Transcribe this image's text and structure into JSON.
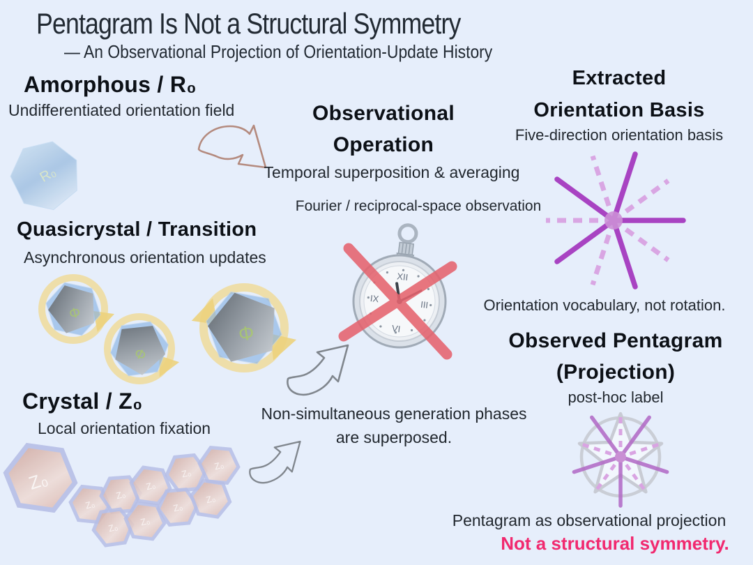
{
  "header": {
    "title": "Pentagram Is Not a Structural Symmetry",
    "subtitle": "— An Observational Projection of Orientation-Update History"
  },
  "amorphous": {
    "heading": "Amorphous / R₀",
    "subheading": "Undifferentiated orientation field",
    "shape_label": "R₀"
  },
  "observation": {
    "heading_line1": "Observational",
    "heading_line2": "Operation",
    "note1": "Temporal superposition & averaging",
    "note2": "Fourier / reciprocal-space observation"
  },
  "basis": {
    "heading_line1": "Extracted",
    "heading_line2": "Orientation Basis",
    "subheading": "Five-direction orientation basis",
    "caption": "Orientation vocabulary, not rotation."
  },
  "quasicrystal": {
    "heading": "Quasicrystal / Transition",
    "subheading": "Asynchronous orientation updates",
    "shape_label": "Φ"
  },
  "superposition_note": {
    "line1": "Non-simultaneous generation phases",
    "line2": "are superposed."
  },
  "observed_pentagram": {
    "heading_line1": "Observed Pentagram",
    "heading_line2": "(Projection)",
    "subheading": "post-hoc label",
    "caption1": "Pentagram as observational projection",
    "caption2": "Not a structural symmetry."
  },
  "crystal": {
    "heading": "Crystal / Z₀",
    "subheading": "Local orientation fixation",
    "shape_label": "Z₀"
  },
  "watch": {
    "numeral_top": "XII",
    "numeral_right": "III",
    "numeral_bottom": "VI",
    "numeral_left": "IX"
  },
  "colors": {
    "background": "#e6eefb",
    "solid_ray_purple": "#a843c2",
    "dashed_ray_purple": "#d9a6e3",
    "cross_red": "#e5636e",
    "emphasis_pink": "#f1296f",
    "tan_arrow": "#b48a7e",
    "gray_arrow": "#80868d",
    "yellow_rotation": "#f0d88e"
  }
}
